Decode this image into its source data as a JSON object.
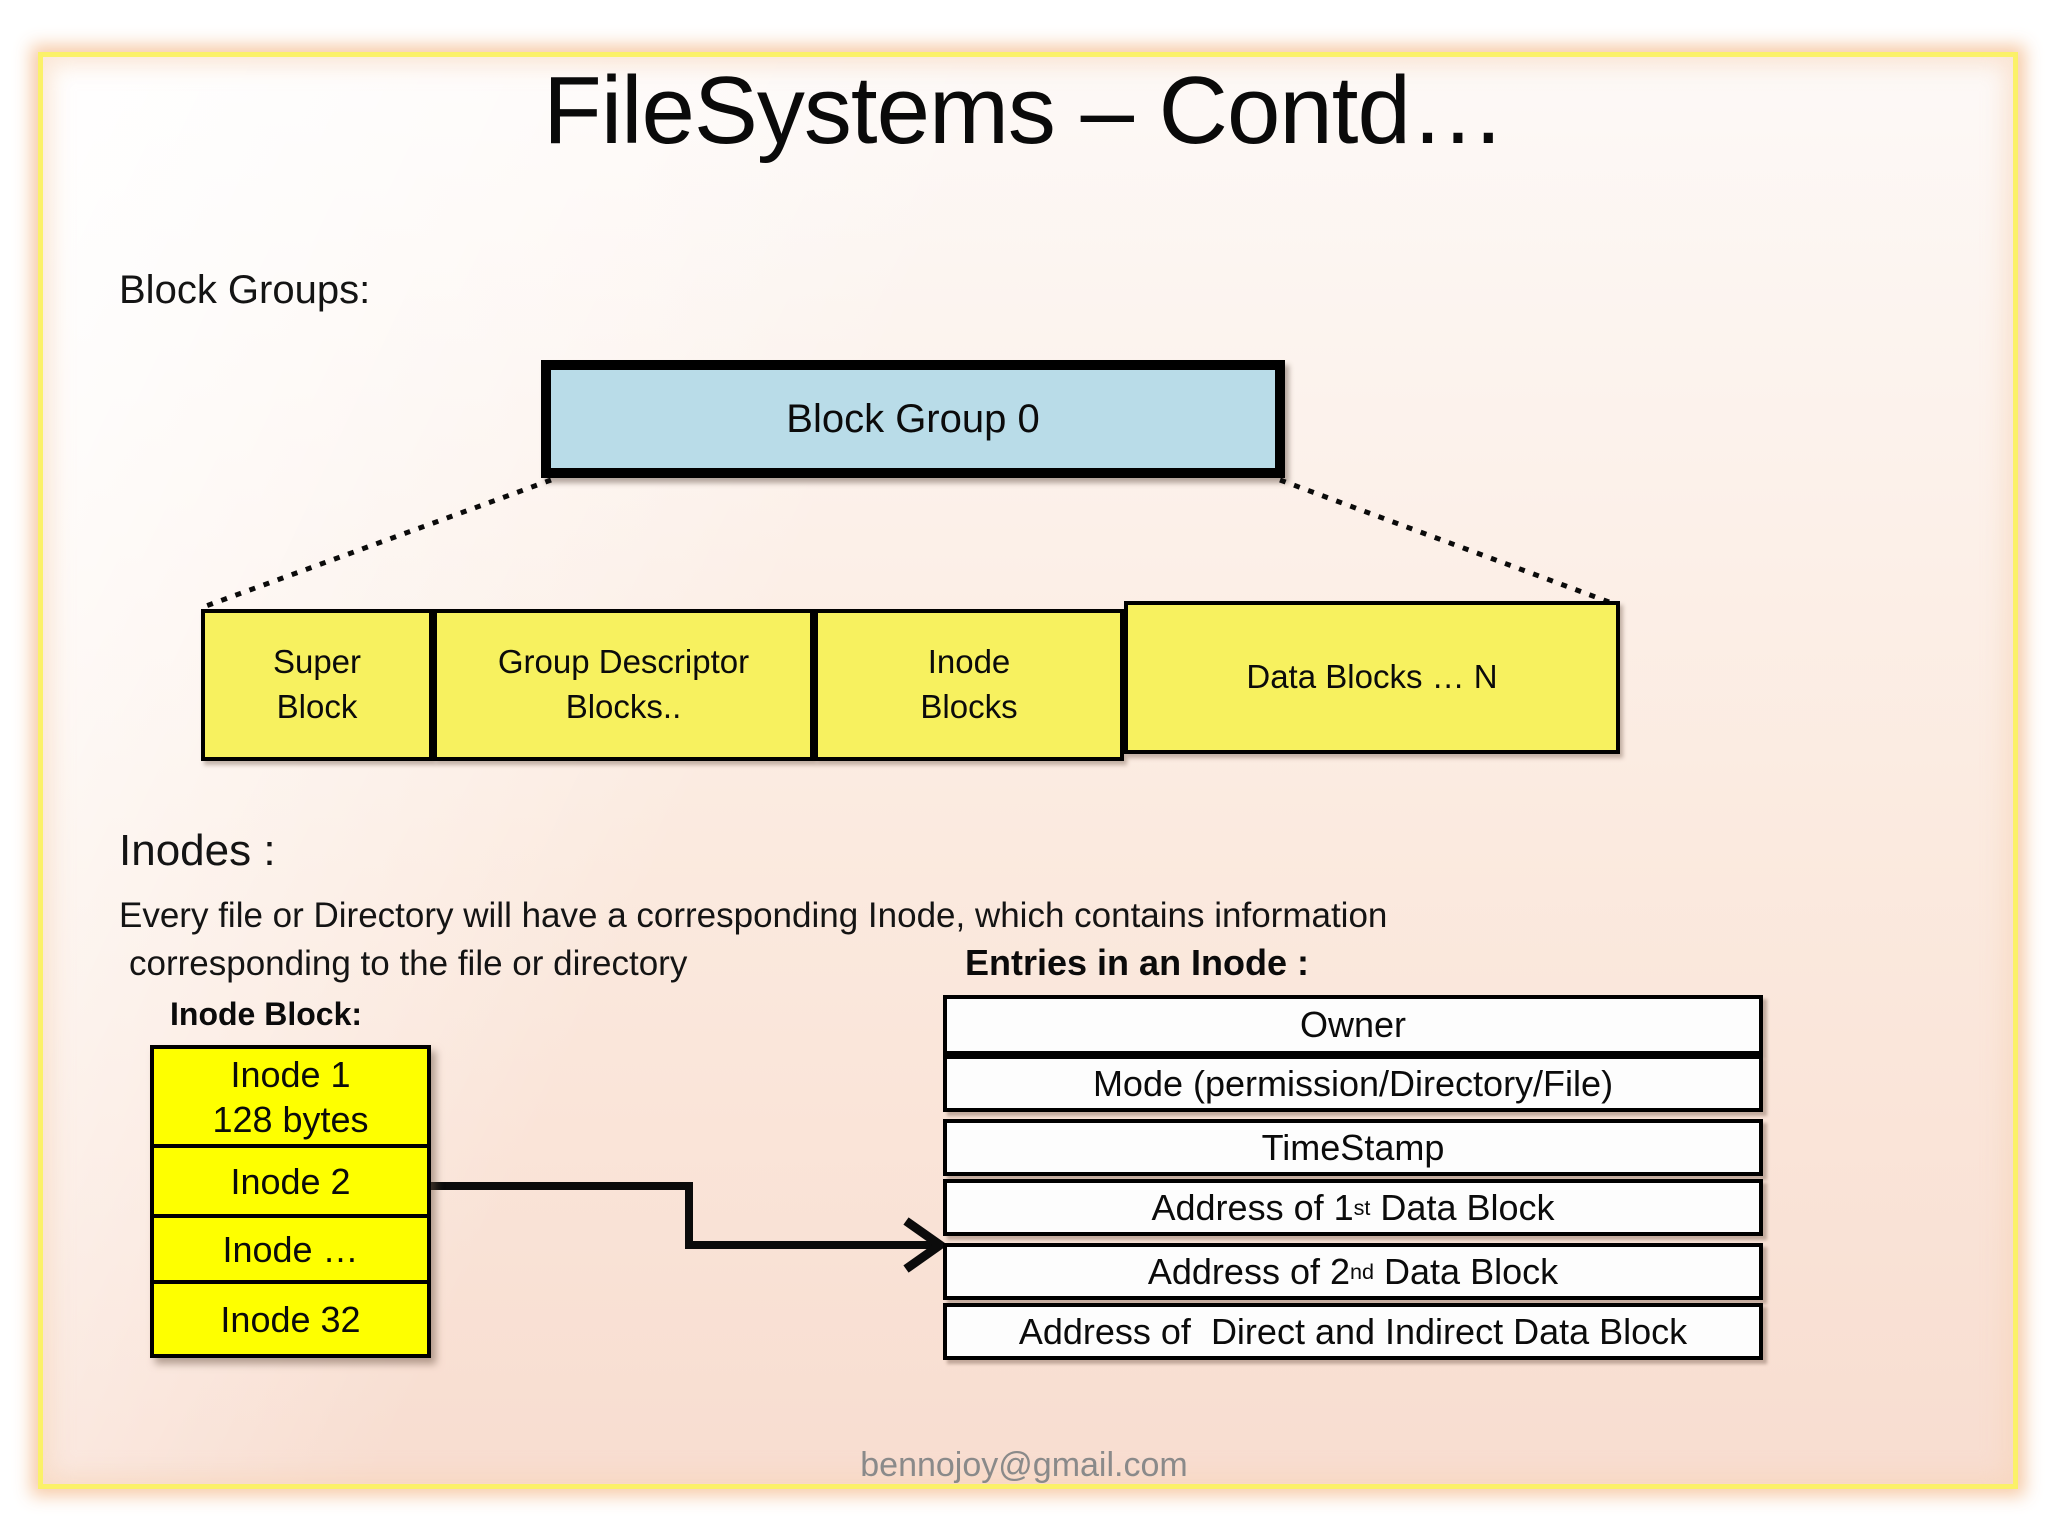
{
  "slide": {
    "title": "FileSystems – Contd…",
    "footer_email": "bennojoy@gmail.com"
  },
  "block_groups": {
    "heading": "Block Groups:",
    "group_box_label": "Block Group 0",
    "segments": [
      {
        "line1": "Super",
        "line2": "Block"
      },
      {
        "line1": "Group Descriptor",
        "line2": "Blocks.."
      },
      {
        "line1": "Inode",
        "line2": "Blocks"
      },
      {
        "line1": "Data Blocks … N",
        "line2": ""
      }
    ]
  },
  "inodes": {
    "heading": "Inodes :",
    "description_line1": "Every file or Directory will have a corresponding Inode, which contains information",
    "description_line2": "corresponding to the file or directory",
    "inode_block_label": "Inode Block:",
    "inode_cells": [
      {
        "line1": "Inode 1",
        "line2": "128 bytes"
      },
      {
        "line1": "Inode 2",
        "line2": ""
      },
      {
        "line1": "Inode …",
        "line2": ""
      },
      {
        "line1": "Inode 32",
        "line2": ""
      }
    ],
    "entries_heading": "Entries in an Inode :",
    "entries_rows": [
      {
        "pre": "Owner",
        "sup": "",
        "post": ""
      },
      {
        "pre": "Mode (permission/Directory/File)",
        "sup": "",
        "post": ""
      },
      {
        "pre": "TimeStamp",
        "sup": "",
        "post": ""
      },
      {
        "pre": "Address of 1",
        "sup": "st",
        "post": " Data Block"
      },
      {
        "pre": "Address of 2",
        "sup": "nd",
        "post": " Data Block"
      },
      {
        "pre": "Address of  Direct and Indirect Data Block",
        "sup": "",
        "post": ""
      }
    ]
  },
  "colors": {
    "block_group_fill": "#b9dce8",
    "segment_fill": "#f7f15f",
    "inode_fill": "#feff00",
    "entry_fill": "#fdfdfd",
    "frame_yellow": "#fbf168",
    "background_peach": "#f8ddd0",
    "footer_gray": "#8a8a8a",
    "line_black": "#0b0b0b"
  }
}
